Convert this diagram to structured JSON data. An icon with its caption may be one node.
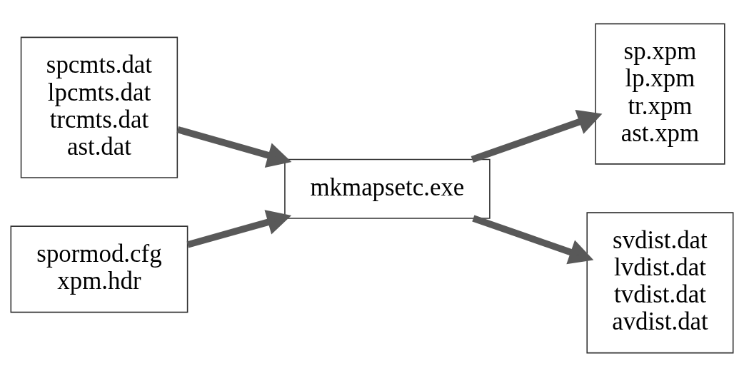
{
  "diagram": {
    "nodes": [
      {
        "text": [
          "spcmts.dat",
          "lpcmts.dat",
          "trcmts.dat",
          "ast.dat"
        ]
      },
      {
        "text": [
          "spormod.cfg",
          "xpm.hdr"
        ]
      },
      {
        "text": [
          "mkmapsetc.exe"
        ]
      },
      {
        "text": [
          "sp.xpm",
          "lp.xpm",
          "tr.xpm",
          "ast.xpm"
        ]
      },
      {
        "text": [
          "svdist.dat",
          "lvdist.dat",
          "tvdist.dat",
          "avdist.dat"
        ]
      }
    ],
    "edges": [
      {
        "from": 0,
        "to": 2,
        "arrow": "to"
      },
      {
        "from": 1,
        "to": 2,
        "arrow": "to"
      },
      {
        "from": 2,
        "to": 3,
        "arrow": "to"
      },
      {
        "from": 2,
        "to": 4,
        "arrow": "to"
      }
    ]
  }
}
